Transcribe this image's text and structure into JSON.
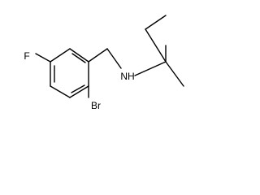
{
  "molecule": {
    "atoms": {
      "fluorine": "F",
      "amine": "NH",
      "bromine": "Br"
    }
  }
}
